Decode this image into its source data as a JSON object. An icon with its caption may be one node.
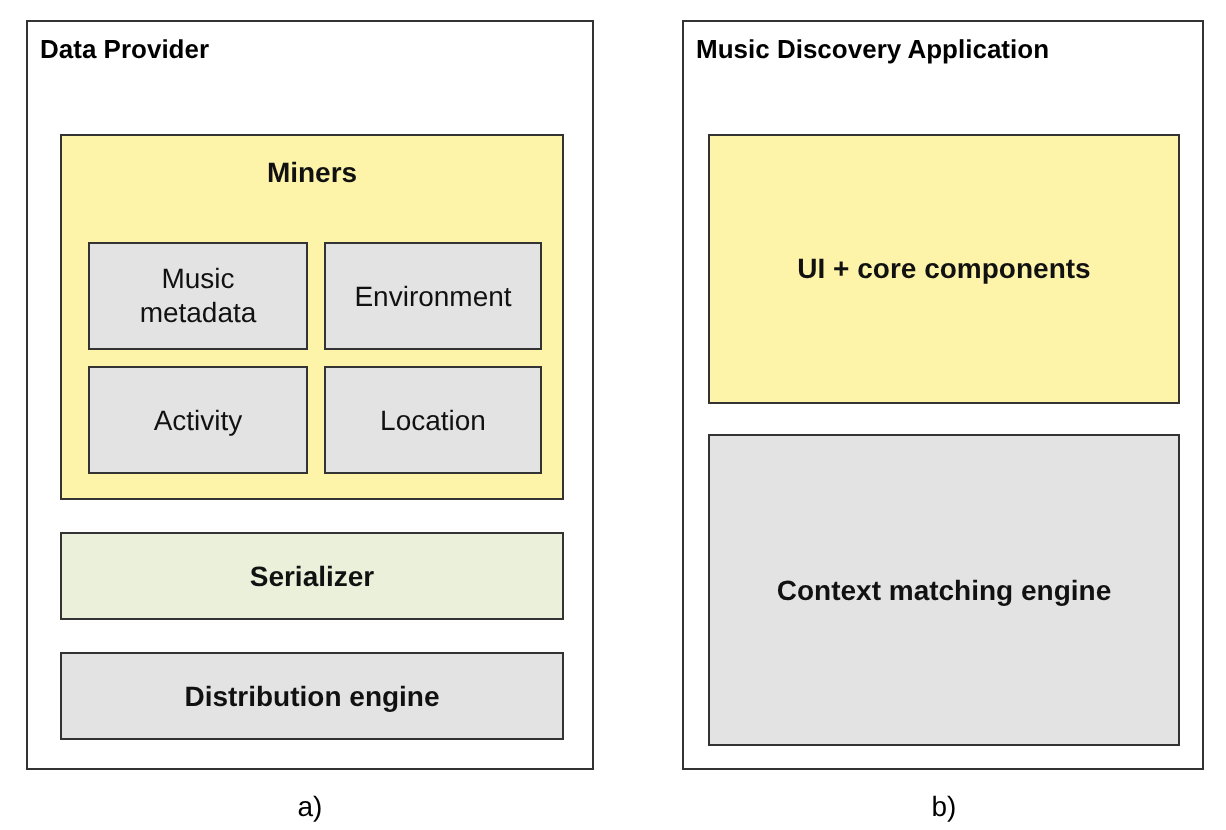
{
  "diagram": {
    "nodes": [
      {
        "text": [
          "Data Provider"
        ]
      },
      {
        "text": [
          "Miners"
        ],
        "in": 0
      },
      {
        "text": [
          "Music metadata"
        ],
        "in": 1
      },
      {
        "text": [
          "Environment"
        ],
        "in": 1
      },
      {
        "text": [
          "Activity"
        ],
        "in": 1
      },
      {
        "text": [
          "Location"
        ],
        "in": 1
      },
      {
        "text": [
          "Serializer"
        ],
        "in": 0
      },
      {
        "text": [
          "Distribution engine"
        ],
        "in": 0
      },
      {
        "text": [
          "Music Discovery Application"
        ]
      },
      {
        "text": [
          "UI + core components"
        ],
        "in": 8
      },
      {
        "text": [
          "Context matching engine"
        ],
        "in": 8
      }
    ],
    "labels": [
      "a)",
      "b)"
    ]
  }
}
